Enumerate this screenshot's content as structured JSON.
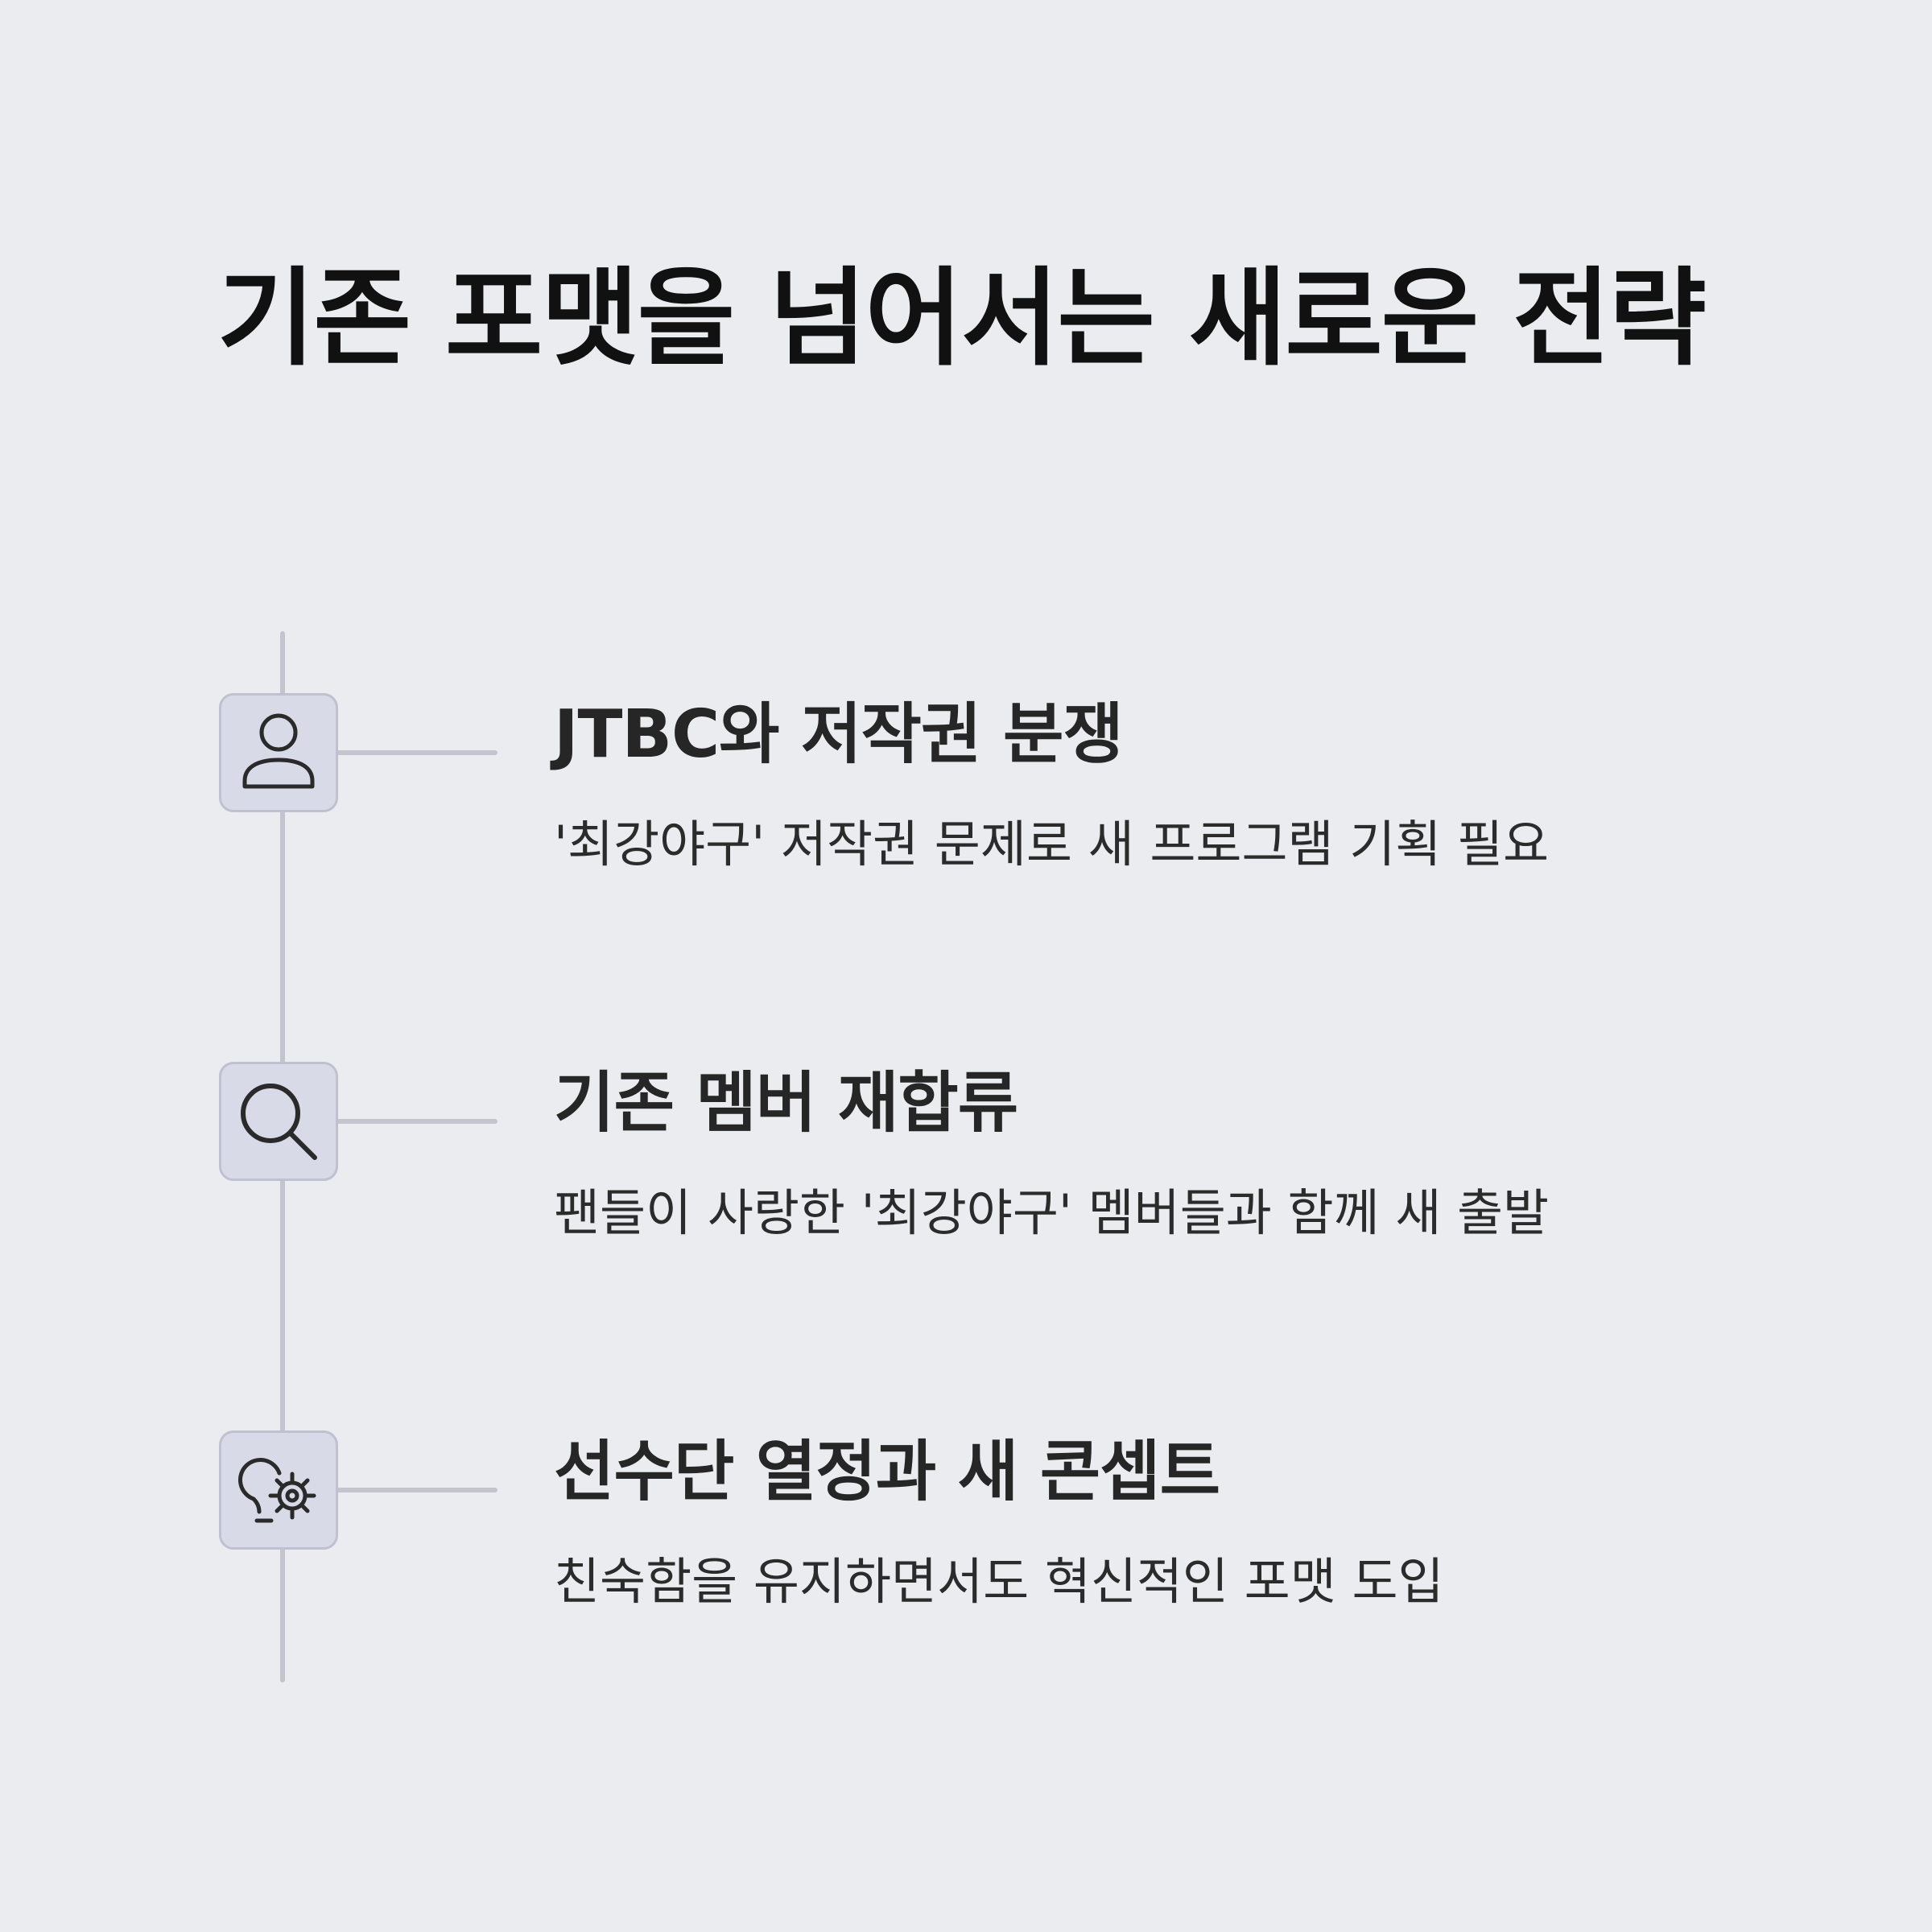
{
  "title": "기존 포맷을 넘어서는 새로운 전략",
  "steps": [
    {
      "icon": "user-icon",
      "heading": "JTBC와 저작권 분쟁",
      "description": "'최강야구' 저작권 문제로 새 프로그램 기획 필요"
    },
    {
      "icon": "search-icon",
      "heading": "기존 멤버 재합류",
      "description": "팬들이 사랑한 '최강야구' 멤버들과 함께 새 출발"
    },
    {
      "icon": "lightbulb-gear-icon",
      "heading": "선수단 열정과 새 콘셉트",
      "description": "친숙함을 유지하면서도 혁신적인 포맷 도입"
    }
  ],
  "colors": {
    "background": "#ebecf0",
    "icon_box": "#d9dae8",
    "line": "#c4c4cf",
    "title": "#111111",
    "text": "#262626"
  }
}
